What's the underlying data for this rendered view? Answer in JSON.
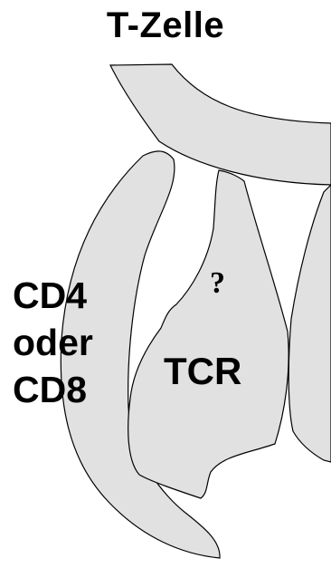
{
  "title": "T-Zelle",
  "co_receptor_label": [
    "CD4",
    "oder",
    "CD8"
  ],
  "receptor_label": "TCR",
  "unknown_marker": "?",
  "colors": {
    "shape_fill": "#e1e1e1",
    "shape_stroke": "#000000",
    "background": "#ffffff",
    "text": "#000000"
  }
}
